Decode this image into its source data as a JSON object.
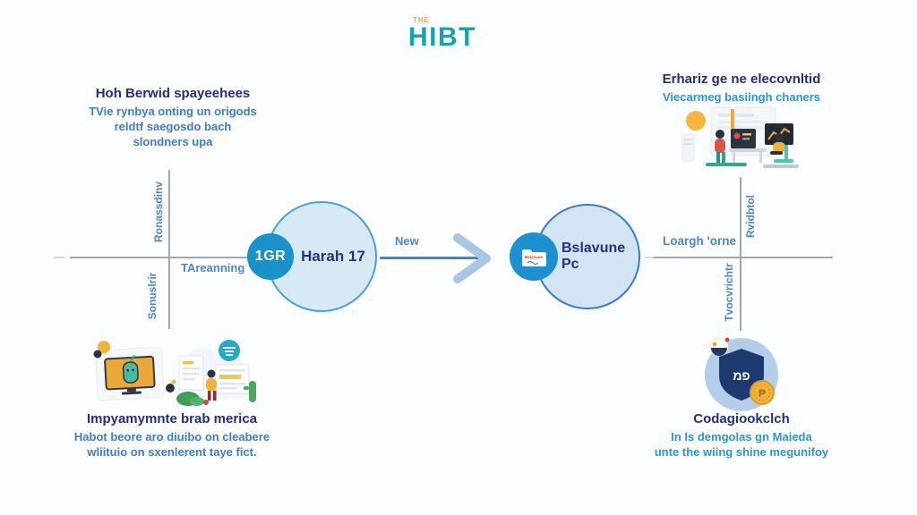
{
  "header": {
    "eyebrow": "THE",
    "title": "HIBT"
  },
  "top_left_note": {
    "heading": "Hoh Berwid spayeehees",
    "line1": "TVie rynbya onting un origods",
    "line2": "reldtf saegosdo bach",
    "line3": "slondners upa"
  },
  "top_right_note": {
    "heading": "Erhariz ge ne elecovnltid",
    "subheading": "Viecarmeg basiingh chaners"
  },
  "left_axes": {
    "top_label": "Ronassdinv",
    "bottom_label": "Sonuslrir",
    "quadrant_label": "TAreanning"
  },
  "right_axes": {
    "top_label": "Rvidbtol",
    "bottom_label": "Tvocvrichtr",
    "left_label": "Loargh 'orne"
  },
  "flow": {
    "left_badge": "1GR",
    "left_label": "Harah 17",
    "arrow_label": "New",
    "right_icon_caption": "Bslavune",
    "right_label": "Bslavune Pc"
  },
  "bottom_left_note": {
    "heading": "Impyamymnte brab merica",
    "line1": "Habot beore aro diuibo on cleabere",
    "line2": "wliituio on sxenlerent taye fict."
  },
  "bottom_right_note": {
    "heading": "Codagiookclch",
    "line1": "In ls demgolas gn Maieda",
    "line2": "unte the wiing shine megunifoy",
    "shield_text": "פמ",
    "coin_symbol": "₱"
  },
  "colors": {
    "title_teal": "#17a2b2",
    "eyebrow_orange": "#e8a33c",
    "heading_navy": "#252e7d",
    "body_blue": "#3f7cc4",
    "body_teal_blue": "#2e93d3",
    "axis_gray": "#a3a6aa",
    "node_fill": "#d8e9f6",
    "node_border": "#49a1d7",
    "node_badge_blue": "#1a92c9",
    "arrow_line": "#3f86c6",
    "arrow_head": "#a9c6e4"
  }
}
